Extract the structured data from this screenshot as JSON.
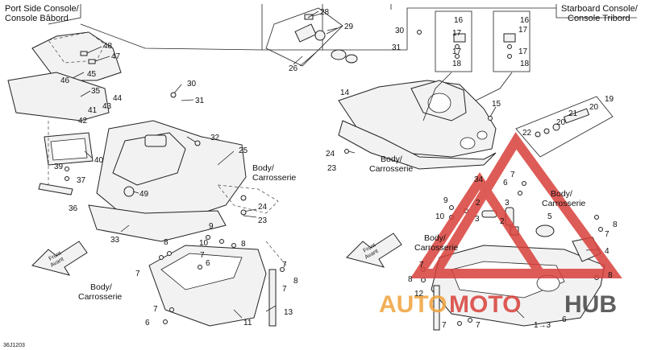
{
  "titles": {
    "port": [
      "Port Side Console/",
      "Console Bâbord"
    ],
    "starboard": [
      "Starboard Console/",
      "Console Tribord"
    ]
  },
  "body_caption": [
    "Body/",
    "Carrosserie"
  ],
  "front_arrow": [
    "Front",
    "Avant"
  ],
  "ref_code": "36J1203",
  "footnote": "1→3",
  "watermark": {
    "left": "AUTO",
    "mid": "MOTO",
    "right": "HUB",
    "red": "#d9403a",
    "orange": "#f0a23a",
    "grey": "#444444"
  },
  "callouts": {
    "c1": "28",
    "c2": "29",
    "c3": "26",
    "c4": "48",
    "c5": "47",
    "c6": "46",
    "c7": "45",
    "c8": "35",
    "c9": "30",
    "c10": "31",
    "c11": "44",
    "c12": "43",
    "c13": "41",
    "c14": "42",
    "c15": "32",
    "c16": "25",
    "c17": "40",
    "c18": "39",
    "c19": "37",
    "c20": "36",
    "c21": "49",
    "c22": "24",
    "c23": "23",
    "c24": "33",
    "c25": "9",
    "c26": "8",
    "c27": "10",
    "c28": "7",
    "c29": "6",
    "c30": "8",
    "c31": "7",
    "c32": "7",
    "c33": "8",
    "c34": "6",
    "c35": "7",
    "c36": "11",
    "c37": "13",
    "c38": "7",
    "s1": "30",
    "s2": "31",
    "s3": "16",
    "s4": "17",
    "s5": "17",
    "s6": "18",
    "s7": "16",
    "s8": "17",
    "s9": "17",
    "s10": "18",
    "s11": "14",
    "s12": "15",
    "s13": "19",
    "s14": "20",
    "s15": "21",
    "s16": "20",
    "s17": "22",
    "s18": "24",
    "s19": "23",
    "s20": "7",
    "s21": "6",
    "s22": "3",
    "s23": "34",
    "s24": "9",
    "s25": "10",
    "s26": "2",
    "s27": "2",
    "s28": "3",
    "s29": "5",
    "s30": "8",
    "s31": "7",
    "s32": "4",
    "s33": "8",
    "s34": "8",
    "s35": "12",
    "s36": "7",
    "s37": "6",
    "s38": "7",
    "s39": "7"
  }
}
